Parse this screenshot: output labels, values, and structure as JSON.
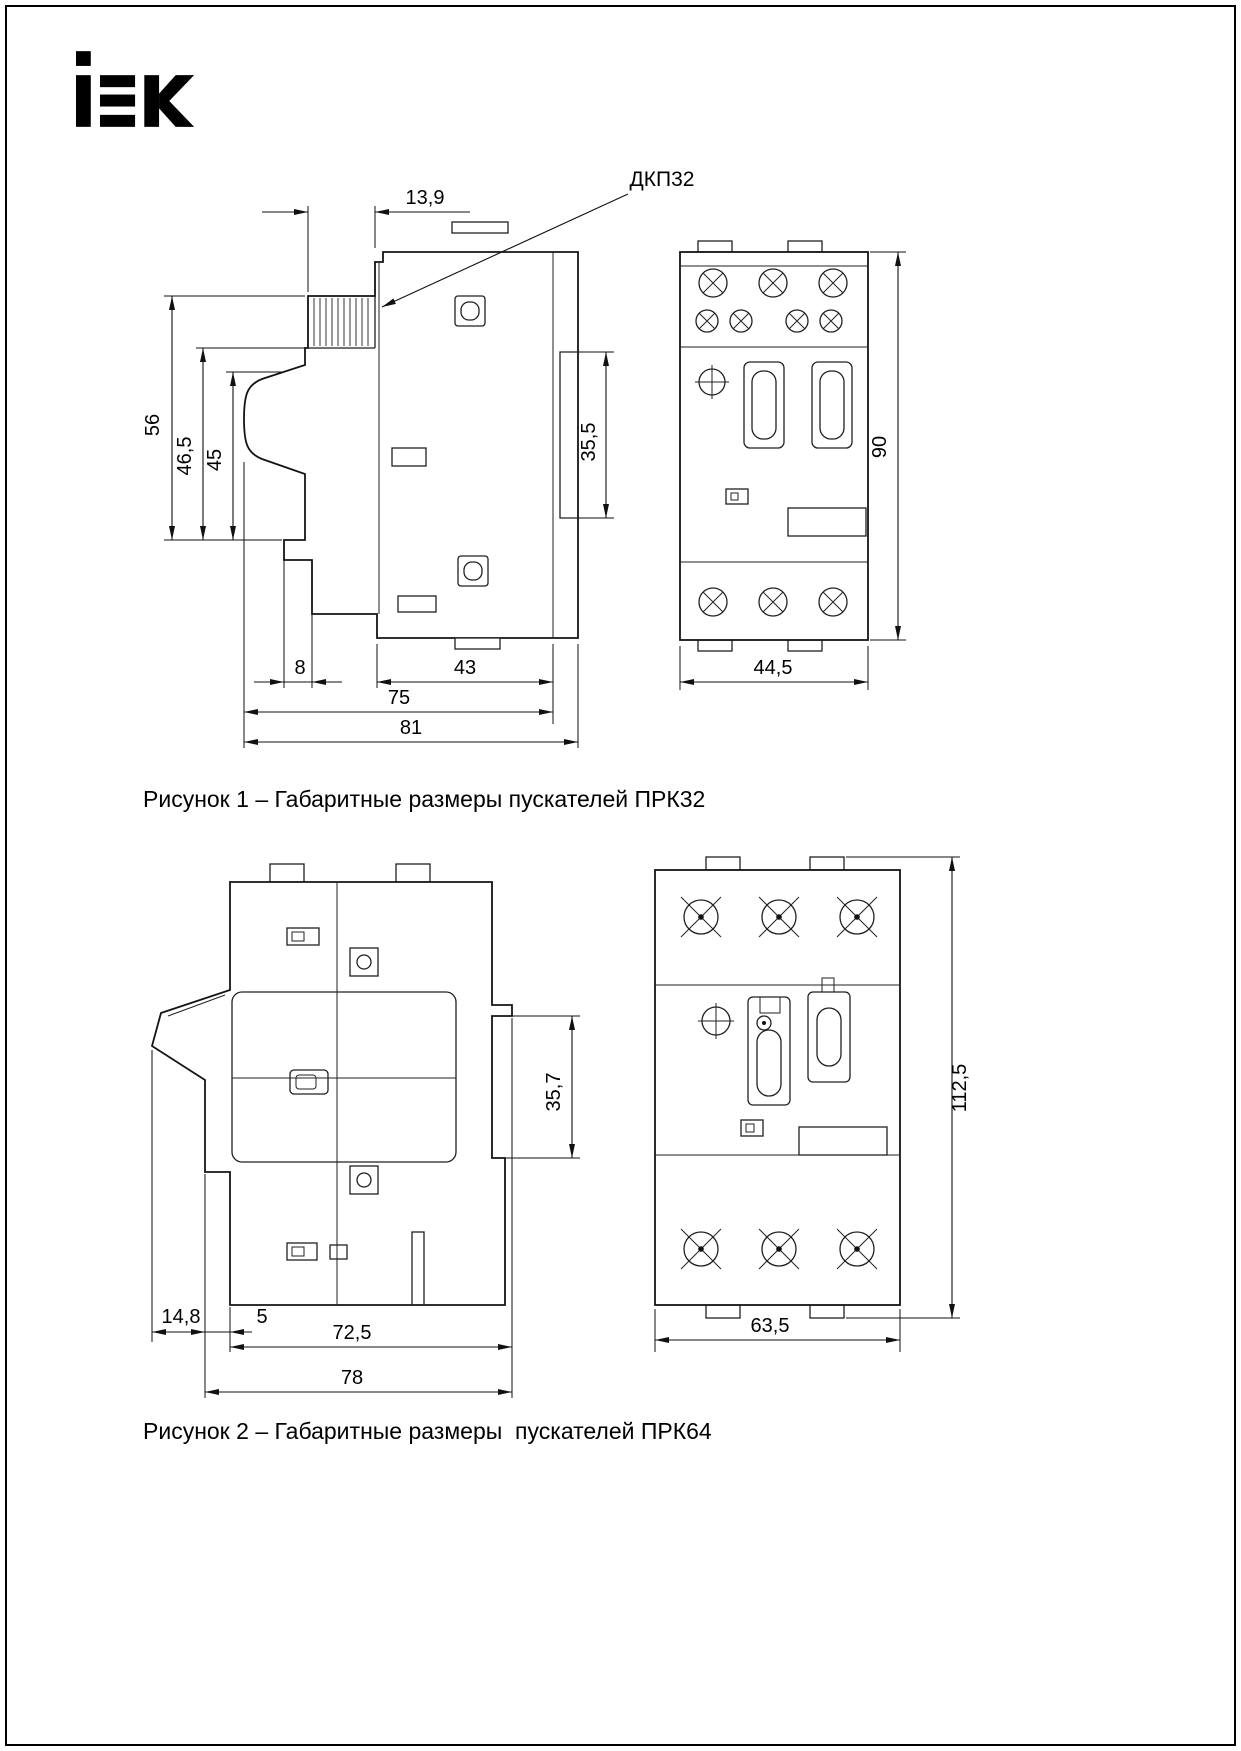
{
  "page": {
    "logo_text": "IEK"
  },
  "figure1": {
    "caption": "Рисунок 1 – Габаритные размеры пускателей ПРК32",
    "callout_label": "ДКП32",
    "dims": {
      "rib_width": "13,9",
      "h56": "56",
      "h46_5": "46,5",
      "h45": "45",
      "din35_5": "35,5",
      "w8": "8",
      "w43": "43",
      "w75": "75",
      "w81": "81",
      "front_w": "44,5",
      "front_h": "90"
    }
  },
  "figure2": {
    "caption": "Рисунок 2 – Габаритные размеры  пускателей ПРК64",
    "dims": {
      "din35_7": "35,7",
      "w14_8": "14,8",
      "w5": "5",
      "w72_5": "72,5",
      "w78": "78",
      "front_w": "63,5",
      "front_h": "112,5"
    }
  }
}
